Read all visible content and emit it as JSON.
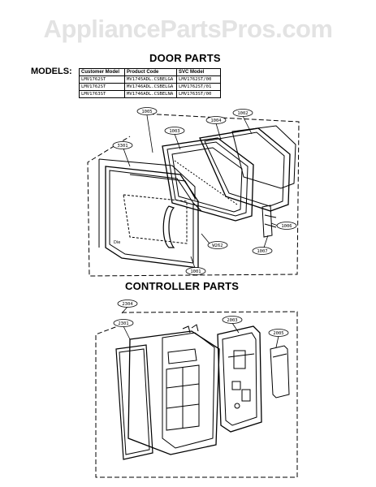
{
  "watermark": "AppliancePartsPros.com",
  "door_section": {
    "title": "DOOR PARTS",
    "models_label": "MODELS:",
    "table": {
      "headers": [
        "Customer Model",
        "Product Code",
        "SVC Model"
      ],
      "rows": [
        [
          "LMV1762ST",
          "MV1745ADL.CSBELGA",
          "LMV1762ST/00"
        ],
        [
          "LMV1762ST",
          "MV1746ADL.CSBELGA",
          "LMV1762ST/01"
        ],
        [
          "LMV1763ST",
          "MV1746ADL.CSBELNA",
          "LMV1763ST/00"
        ]
      ]
    },
    "callouts": [
      "1005",
      "1003",
      "1004",
      "1002",
      "3301",
      "1006",
      "W262",
      "1007",
      "1001"
    ],
    "door_label": "Die"
  },
  "controller_section": {
    "title": "CONTROLLER PARTS",
    "callouts": [
      "2304",
      "2301",
      "2003",
      "2005"
    ]
  }
}
